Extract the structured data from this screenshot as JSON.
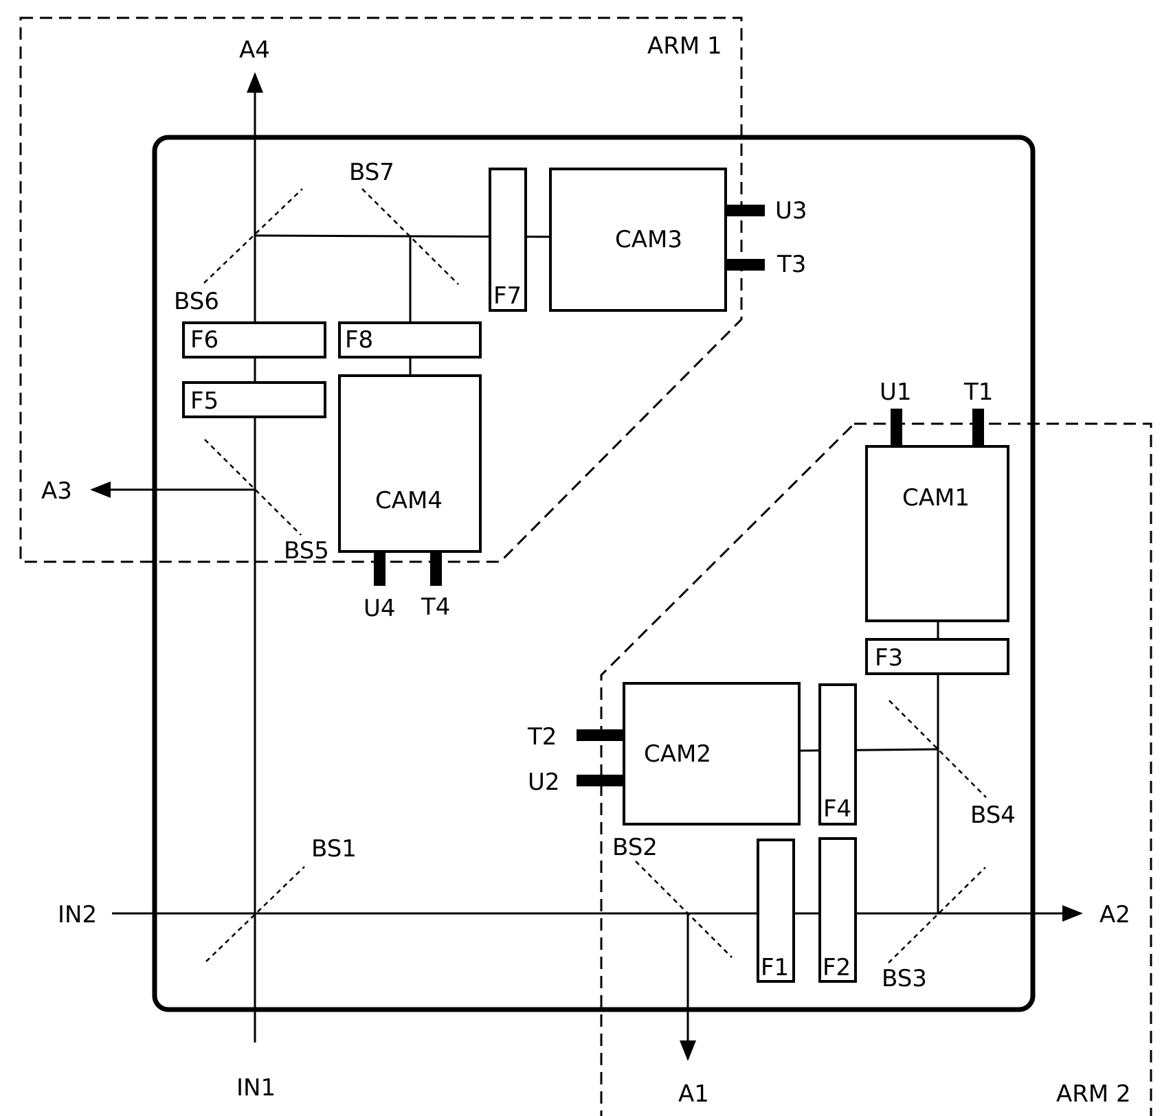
{
  "arms": {
    "arm1": "ARM 1",
    "arm2": "ARM 2"
  },
  "inputs": {
    "in1": "IN1",
    "in2": "IN2"
  },
  "outputs": {
    "a1": "A1",
    "a2": "A2",
    "a3": "A3",
    "a4": "A4"
  },
  "cameras": {
    "cam1": "CAM1",
    "cam2": "CAM2",
    "cam3": "CAM3",
    "cam4": "CAM4"
  },
  "filters": {
    "f1": "F1",
    "f2": "F2",
    "f3": "F3",
    "f4": "F4",
    "f5": "F5",
    "f6": "F6",
    "f7": "F7",
    "f8": "F8"
  },
  "beam_splitters": {
    "bs1": "BS1",
    "bs2": "BS2",
    "bs3": "BS3",
    "bs4": "BS4",
    "bs5": "BS5",
    "bs6": "BS6",
    "bs7": "BS7"
  },
  "connectors": {
    "u1": "U1",
    "t1": "T1",
    "u2": "U2",
    "t2": "T2",
    "u3": "U3",
    "t3": "T3",
    "u4": "U4",
    "t4": "T4"
  }
}
